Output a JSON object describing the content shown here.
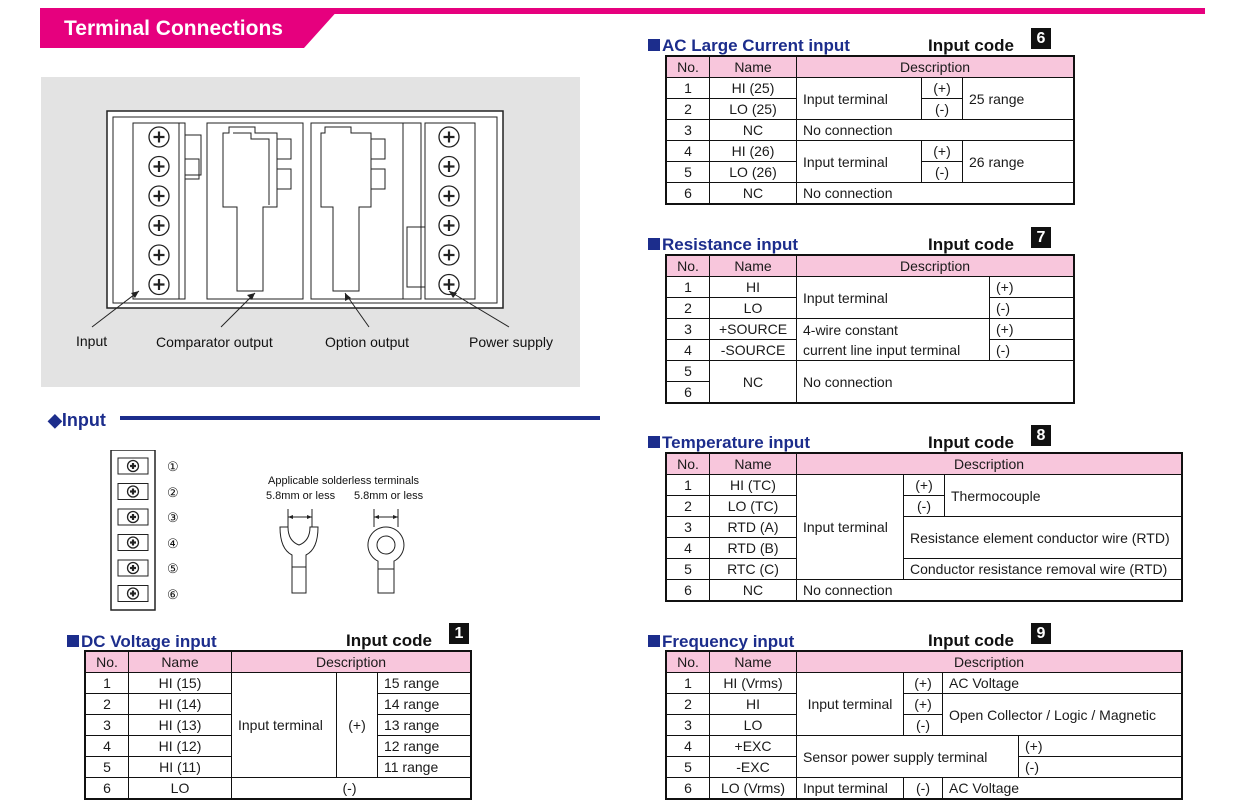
{
  "header": {
    "title": "Terminal Connections"
  },
  "device": {
    "labels": {
      "input": "Input",
      "comparator": "Comparator output",
      "option": "Option output",
      "power": "Power supply"
    }
  },
  "input_section": {
    "title": "Input",
    "terminal_numbers": [
      "①",
      "②",
      "③",
      "④",
      "⑤",
      "⑥"
    ],
    "solderless_title": "Applicable solderless terminals",
    "spade_size": "5.8mm or less",
    "ring_size": "5.8mm or less"
  },
  "common": {
    "input_code_label": "Input code",
    "col_no": "No.",
    "col_name": "Name",
    "col_desc": "Description"
  },
  "dc_voltage": {
    "title": "DC Voltage input",
    "code": "1",
    "rows": [
      {
        "no": "1",
        "name": "HI (15)",
        "range": "15 range"
      },
      {
        "no": "2",
        "name": "HI (14)",
        "range": "14 range"
      },
      {
        "no": "3",
        "name": "HI (13)",
        "range": "13 range"
      },
      {
        "no": "4",
        "name": "HI (12)",
        "range": "12 range"
      },
      {
        "no": "5",
        "name": "HI (11)",
        "range": "11 range"
      },
      {
        "no": "6",
        "name": "LO",
        "range": ""
      }
    ],
    "desc": "Input terminal",
    "plus": "(+)",
    "minus": "(-)"
  },
  "ac_large": {
    "title": "AC Large Current input",
    "code": "6",
    "rows": [
      {
        "no": "1",
        "name": "HI (25)"
      },
      {
        "no": "2",
        "name": "LO (25)"
      },
      {
        "no": "3",
        "name": "NC"
      },
      {
        "no": "4",
        "name": "HI (26)"
      },
      {
        "no": "5",
        "name": "LO (26)"
      },
      {
        "no": "6",
        "name": "NC"
      }
    ],
    "desc_terminal": "Input terminal",
    "plus": "(+)",
    "minus": "(-)",
    "range_a": "25 range",
    "range_b": "26 range",
    "no_connection": "No connection"
  },
  "resistance": {
    "title": "Resistance input",
    "code": "7",
    "rows": [
      {
        "no": "1",
        "name": "HI"
      },
      {
        "no": "2",
        "name": "LO"
      },
      {
        "no": "3",
        "name": "+SOURCE"
      },
      {
        "no": "4",
        "name": "-SOURCE"
      },
      {
        "no": "5",
        "name": ""
      },
      {
        "no": "6",
        "name": ""
      }
    ],
    "nc": "NC",
    "desc_terminal": "Input terminal",
    "desc_source_1": "4-wire constant",
    "desc_source_2": "current line input terminal",
    "plus": "(+)",
    "minus": "(-)",
    "no_connection": "No connection"
  },
  "temperature": {
    "title": "Temperature input",
    "code": "8",
    "rows": [
      {
        "no": "1",
        "name": "HI (TC)"
      },
      {
        "no": "2",
        "name": "LO (TC)"
      },
      {
        "no": "3",
        "name": "RTD (A)"
      },
      {
        "no": "4",
        "name": "RTD (B)"
      },
      {
        "no": "5",
        "name": "RTC (C)"
      },
      {
        "no": "6",
        "name": "NC"
      }
    ],
    "desc_terminal": "Input terminal",
    "plus": "(+)",
    "minus": "(-)",
    "thermocouple": "Thermocouple",
    "rtd": "Resistance element conductor wire (RTD)",
    "removal": "Conductor resistance removal wire (RTD)",
    "no_connection": "No connection"
  },
  "frequency": {
    "title": "Frequency input",
    "code": "9",
    "rows": [
      {
        "no": "1",
        "name": "HI (Vrms)"
      },
      {
        "no": "2",
        "name": "HI"
      },
      {
        "no": "3",
        "name": "LO"
      },
      {
        "no": "4",
        "name": "+EXC"
      },
      {
        "no": "5",
        "name": "-EXC"
      },
      {
        "no": "6",
        "name": "LO (Vrms)"
      }
    ],
    "desc_terminal": "Input terminal",
    "plus": "(+)",
    "minus": "(-)",
    "ac_voltage": "AC Voltage",
    "open_collector": "Open Collector / Logic / Magnetic",
    "sensor_power": "Sensor power supply terminal",
    "input_terminal_6": "Input terminal",
    "minus_6": "(-)",
    "ac_voltage_6": "AC Voltage"
  },
  "colors": {
    "accent": "#e6007e",
    "heading": "#1c2d8c",
    "table_header": "#f8c6dc"
  }
}
